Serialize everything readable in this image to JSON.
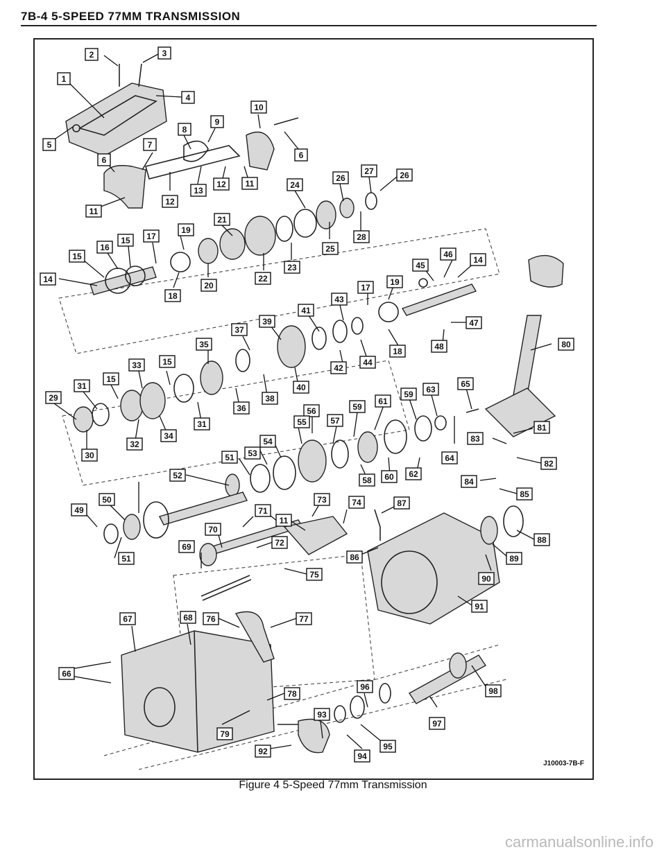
{
  "page": {
    "header": "7B-4  5-SPEED 77MM TRANSMISSION",
    "figure_id": "J10003-7B-F",
    "caption": "Figure 4 5-Speed 77mm Transmission",
    "watermark": "carmanualsonline.info"
  },
  "callouts": [
    "1",
    "2",
    "3",
    "4",
    "5",
    "6",
    "7",
    "8",
    "9",
    "10",
    "11",
    "12",
    "13",
    "14",
    "15",
    "16",
    "17",
    "18",
    "19",
    "20",
    "21",
    "22",
    "23",
    "24",
    "25",
    "26",
    "27",
    "28",
    "29",
    "30",
    "31",
    "32",
    "33",
    "34",
    "35",
    "36",
    "37",
    "38",
    "39",
    "40",
    "41",
    "42",
    "43",
    "44",
    "45",
    "46",
    "47",
    "48",
    "49",
    "50",
    "51",
    "52",
    "53",
    "54",
    "55",
    "56",
    "57",
    "58",
    "59",
    "60",
    "61",
    "62",
    "63",
    "64",
    "65",
    "66",
    "67",
    "68",
    "69",
    "70",
    "71",
    "72",
    "73",
    "74",
    "75",
    "76",
    "77",
    "78",
    "79",
    "80",
    "81",
    "82",
    "83",
    "84",
    "85",
    "86",
    "87",
    "88",
    "89",
    "90",
    "91",
    "92",
    "93",
    "94",
    "95",
    "96",
    "97",
    "98"
  ]
}
